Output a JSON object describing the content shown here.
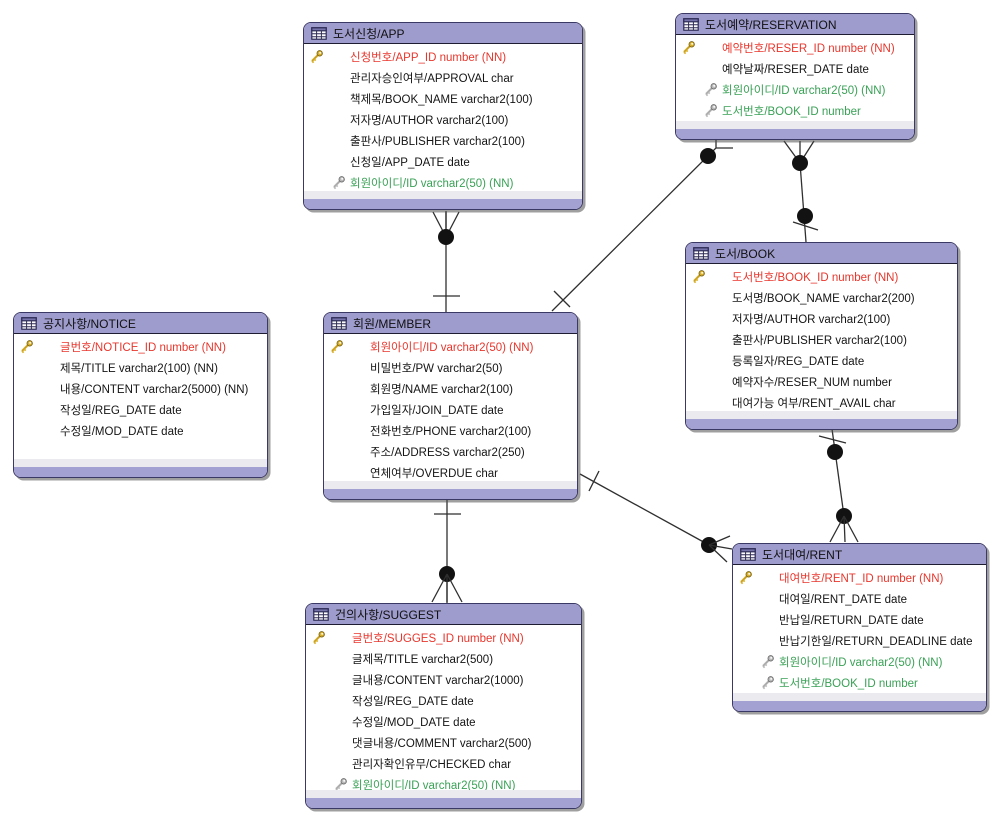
{
  "diagram": {
    "colors": {
      "pk_text": "#e8362c",
      "fk_text": "#3aa156",
      "text": "#141414",
      "header_fill": "#9e9bcd",
      "relationship_line": "#2f2f2f"
    },
    "tables": [
      {
        "id": "app",
        "title": "도서신청/APP",
        "columns": [
          {
            "text": "신청번호/APP_ID number (NN)",
            "key": "pk"
          },
          {
            "text": "관리자승인여부/APPROVAL char"
          },
          {
            "text": "책제목/BOOK_NAME varchar2(100)"
          },
          {
            "text": "저자명/AUTHOR varchar2(100)"
          },
          {
            "text": "출판사/PUBLISHER varchar2(100)"
          },
          {
            "text": "신청일/APP_DATE date"
          },
          {
            "text": "회원아이디/ID varchar2(50) (NN)",
            "key": "fk"
          }
        ]
      },
      {
        "id": "reservation",
        "title": "도서예약/RESERVATION",
        "columns": [
          {
            "text": "예약번호/RESER_ID number (NN)",
            "key": "pk"
          },
          {
            "text": "예약날짜/RESER_DATE date"
          },
          {
            "text": "회원아이디/ID varchar2(50) (NN)",
            "key": "fk"
          },
          {
            "text": "도서번호/BOOK_ID number",
            "key": "fk"
          }
        ]
      },
      {
        "id": "notice",
        "title": "공지사항/NOTICE",
        "columns": [
          {
            "text": "글번호/NOTICE_ID number (NN)",
            "key": "pk"
          },
          {
            "text": "제목/TITLE varchar2(100) (NN)"
          },
          {
            "text": "내용/CONTENT varchar2(5000) (NN)"
          },
          {
            "text": "작성일/REG_DATE date"
          },
          {
            "text": "수정일/MOD_DATE date"
          }
        ]
      },
      {
        "id": "member",
        "title": "회원/MEMBER",
        "columns": [
          {
            "text": "회원아이디/ID varchar2(50) (NN)",
            "key": "pk"
          },
          {
            "text": "비밀번호/PW varchar2(50)"
          },
          {
            "text": "회원명/NAME varchar2(100)"
          },
          {
            "text": "가입일자/JOIN_DATE date"
          },
          {
            "text": "전화번호/PHONE varchar2(100)"
          },
          {
            "text": "주소/ADDRESS varchar2(250)"
          },
          {
            "text": "연체여부/OVERDUE char"
          }
        ]
      },
      {
        "id": "book",
        "title": "도서/BOOK",
        "columns": [
          {
            "text": "도서번호/BOOK_ID number (NN)",
            "key": "pk"
          },
          {
            "text": "도서명/BOOK_NAME varchar2(200)"
          },
          {
            "text": "저자명/AUTHOR varchar2(100)"
          },
          {
            "text": "출판사/PUBLISHER varchar2(100)"
          },
          {
            "text": "등록일자/REG_DATE date"
          },
          {
            "text": "예약자수/RESER_NUM number"
          },
          {
            "text": "대여가능 여부/RENT_AVAIL char"
          }
        ]
      },
      {
        "id": "rent",
        "title": "도서대여/RENT",
        "columns": [
          {
            "text": "대여번호/RENT_ID number (NN)",
            "key": "pk"
          },
          {
            "text": "대여일/RENT_DATE date"
          },
          {
            "text": "반납일/RETURN_DATE date"
          },
          {
            "text": "반납기한일/RETURN_DEADLINE date"
          },
          {
            "text": "회원아이디/ID varchar2(50) (NN)",
            "key": "fk"
          },
          {
            "text": "도서번호/BOOK_ID number",
            "key": "fk"
          }
        ]
      },
      {
        "id": "suggest",
        "title": "건의사항/SUGGEST",
        "columns": [
          {
            "text": "글번호/SUGGES_ID number (NN)",
            "key": "pk"
          },
          {
            "text": "글제목/TITLE varchar2(500)"
          },
          {
            "text": "글내용/CONTENT varchar2(1000)"
          },
          {
            "text": "작성일/REG_DATE date"
          },
          {
            "text": "수정일/MOD_DATE date"
          },
          {
            "text": "댓글내용/COMMENT varchar2(500)"
          },
          {
            "text": "관리자확인유무/CHECKED char"
          },
          {
            "text": "회원아이디/ID varchar2(50) (NN)",
            "key": "fk"
          }
        ]
      }
    ],
    "relationships": [
      {
        "from": "도서신청/APP",
        "to": "회원/MEMBER"
      },
      {
        "from": "도서예약/RESERVATION",
        "to": "회원/MEMBER"
      },
      {
        "from": "도서예약/RESERVATION",
        "to": "도서/BOOK"
      },
      {
        "from": "도서대여/RENT",
        "to": "도서/BOOK"
      },
      {
        "from": "도서대여/RENT",
        "to": "회원/MEMBER"
      },
      {
        "from": "건의사항/SUGGEST",
        "to": "회원/MEMBER"
      }
    ]
  }
}
